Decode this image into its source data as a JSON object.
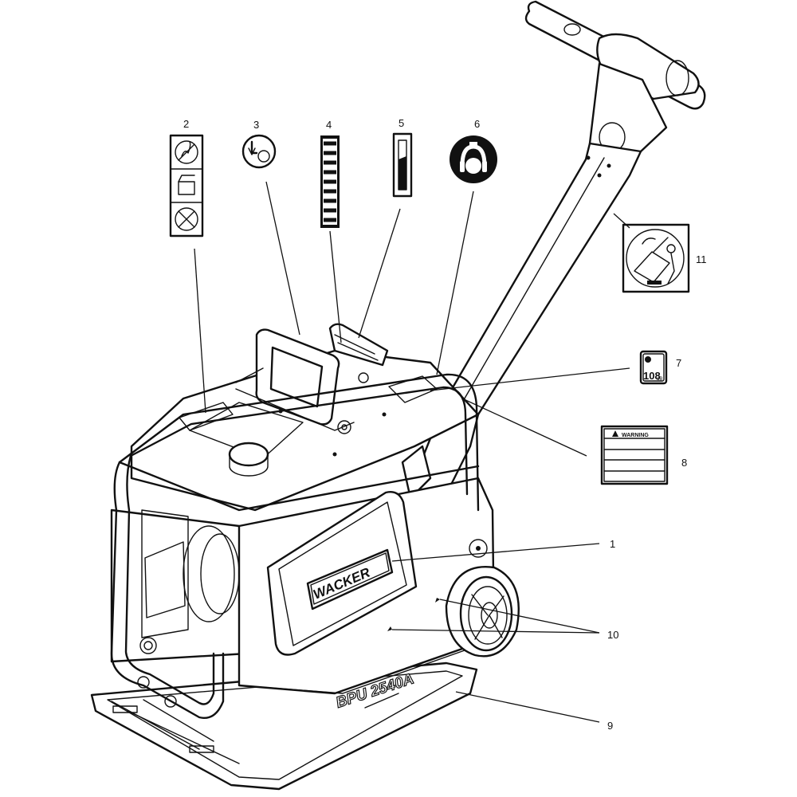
{
  "machine": {
    "brand_logo": "WACKER",
    "model_text": "BPU 2540A"
  },
  "decals": {
    "noise_decal_text": "108",
    "noise_decal_unit": "dB",
    "warning_decal_header": "WARNING"
  },
  "callouts": [
    {
      "number": "1"
    },
    {
      "number": "2"
    },
    {
      "number": "3"
    },
    {
      "number": "4"
    },
    {
      "number": "5"
    },
    {
      "number": "6"
    },
    {
      "number": "7"
    },
    {
      "number": "8"
    },
    {
      "number": "9"
    },
    {
      "number": "10"
    },
    {
      "number": "11"
    }
  ]
}
